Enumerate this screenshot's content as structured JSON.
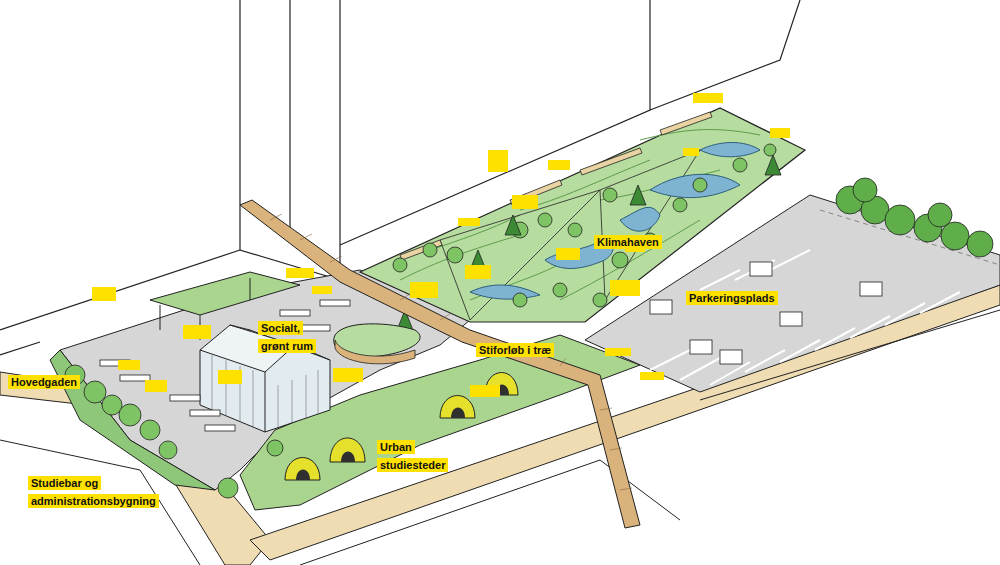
{
  "diagram": {
    "nodes": [
      {
        "text": [
          "Hovedgaden"
        ]
      },
      {
        "text": [
          "Studiebar og administrationsbygning"
        ]
      },
      {
        "text": [
          "Socialt, grønt rum"
        ]
      },
      {
        "text": [
          "Urban studiesteder"
        ]
      },
      {
        "text": [
          "Stiforløb i træ"
        ]
      },
      {
        "text": [
          "Klimahaven"
        ]
      },
      {
        "text": [
          "Parkeringsplads"
        ]
      }
    ]
  }
}
